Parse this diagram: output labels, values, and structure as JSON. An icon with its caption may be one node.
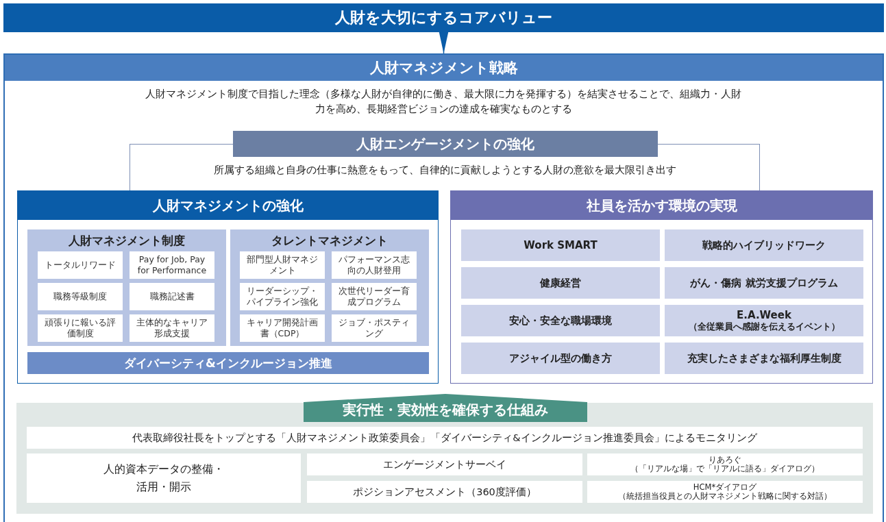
{
  "diagram": {
    "nodes": [
      {
        "text": [
          "人財を大切にするコアバリュー"
        ]
      },
      {
        "text": [
          "人財マネジメント戦略",
          "人財マネジメント制度で目指した理念（多様な人財が自律的に働き、最大限に力を発揮する）を結実させることで、組織力・人財力を高め、長期経営ビジョンの達成を確実なものとする"
        ]
      },
      {
        "text": [
          "人財エンゲージメントの強化",
          "所属する組織と自身の仕事に熱意をもって、自律的に貢献しようとする人財の意欲を最大限引き出す"
        ],
        "in": 1
      },
      {
        "text": [
          "人財マネジメントの強化"
        ],
        "in": 1
      },
      {
        "text": [
          "人財マネジメント制度"
        ],
        "in": 3
      },
      {
        "text": [
          "トータルリワード"
        ],
        "in": 4
      },
      {
        "text": [
          "Pay for Job, Pay for Performance"
        ],
        "in": 4
      },
      {
        "text": [
          "職務等級制度"
        ],
        "in": 4
      },
      {
        "text": [
          "職務記述書"
        ],
        "in": 4
      },
      {
        "text": [
          "頑張りに報いる評価制度"
        ],
        "in": 4
      },
      {
        "text": [
          "主体的なキャリア形成支援"
        ],
        "in": 4
      },
      {
        "text": [
          "タレントマネジメント"
        ],
        "in": 3
      },
      {
        "text": [
          "部門型人財マネジメント"
        ],
        "in": 11
      },
      {
        "text": [
          "パフォーマンス志向の人財登用"
        ],
        "in": 11
      },
      {
        "text": [
          "リーダーシップ・パイプライン強化"
        ],
        "in": 11
      },
      {
        "text": [
          "次世代リーダー育成プログラム"
        ],
        "in": 11
      },
      {
        "text": [
          "キャリア開発計画書（CDP）"
        ],
        "in": 11
      },
      {
        "text": [
          "ジョブ・ポスティング"
        ],
        "in": 11
      },
      {
        "text": [
          "ダイバーシティ&インクルージョン推進"
        ],
        "in": 3
      },
      {
        "text": [
          "社員を活かす環境の実現"
        ],
        "in": 1
      },
      {
        "text": [
          "Work SMART"
        ],
        "in": 19
      },
      {
        "text": [
          "戦略的ハイブリッドワーク"
        ],
        "in": 19
      },
      {
        "text": [
          "健康経営"
        ],
        "in": 19
      },
      {
        "text": [
          "がん・傷病 就労支援プログラム"
        ],
        "in": 19
      },
      {
        "text": [
          "安心・安全な職場環境"
        ],
        "in": 19
      },
      {
        "text": [
          "E.A.Week",
          "（全従業員へ感謝を伝えるイベント）"
        ],
        "in": 19
      },
      {
        "text": [
          "アジャイル型の働き方"
        ],
        "in": 19
      },
      {
        "text": [
          "充実したさまざまな福利厚生制度"
        ],
        "in": 19
      },
      {
        "text": [
          "実行性・実効性を確保する仕組み"
        ],
        "in": 1
      },
      {
        "text": [
          "代表取締役社長をトップとする「人財マネジメント政策委員会」「ダイバーシティ&インクルージョン推進委員会」によるモニタリング"
        ],
        "in": 28
      },
      {
        "text": [
          "人的資本データの整備・活用・開示"
        ],
        "in": 28
      },
      {
        "text": [
          "エンゲージメントサーベイ"
        ],
        "in": 28
      },
      {
        "text": [
          "ポジションアセスメント（360度評価）"
        ],
        "in": 28
      },
      {
        "text": [
          "りあろぐ",
          "（「リアルな場」で「リアルに語る」ダイアログ）"
        ],
        "in": 28
      },
      {
        "text": [
          "HCM*ダイアログ",
          "（統括担当役員との人財マネジメント戦略に関する対話）"
        ],
        "in": 28
      }
    ],
    "edges": [
      {
        "from": 0,
        "to": 1,
        "arrow": "to"
      }
    ]
  }
}
